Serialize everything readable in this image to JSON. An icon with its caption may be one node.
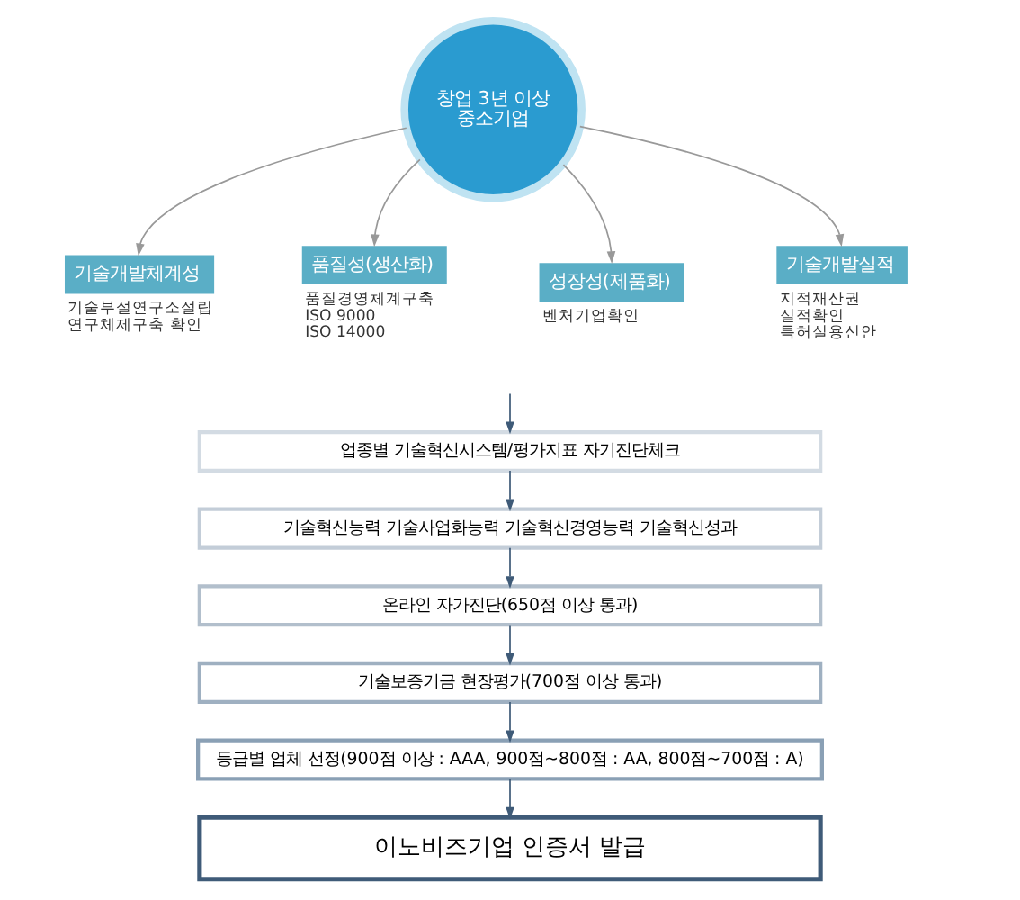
{
  "diagram": {
    "nodes": [
      {
        "text": [
          "창업 3년 이상 중소기업"
        ]
      },
      {
        "text": [
          "기술개발체계성"
        ],
        "beside": [
          "기술부설연구소설립",
          "연구체제구축 확인"
        ]
      },
      {
        "text": [
          "품질성(생산화)"
        ],
        "beside": [
          "품질경영체계구축",
          "ISO 9000",
          "ISO 14000"
        ]
      },
      {
        "text": [
          "성장성(제품화)"
        ],
        "beside": [
          "벤처기업확인"
        ]
      },
      {
        "text": [
          "기술개발실적"
        ],
        "beside": [
          "지적재산권",
          "실적확인",
          "특허실용신안"
        ]
      },
      {
        "text": [
          "업종별 기술혁신시스템/평가지표 자기진단체크"
        ]
      },
      {
        "text": [
          "기술혁신능력 기술사업화능력 기술혁신경영능력 기술혁신성과"
        ]
      },
      {
        "text": [
          "온라인 자가진단(650점 이상 통과)"
        ]
      },
      {
        "text": [
          "기술보증기금 현장평가(700점 이상 통과)"
        ]
      },
      {
        "text": [
          "등급별 업체 선정(900점 이상 : AAA, 900점~800점 : AA, 800점~700점 : A)"
        ]
      },
      {
        "text": [
          "이노비즈기업 인증서 발급"
        ]
      }
    ],
    "edges": [
      {
        "from": 0,
        "to": 1,
        "arrow": "to"
      },
      {
        "from": 0,
        "to": 2,
        "arrow": "to"
      },
      {
        "from": 0,
        "to": 3,
        "arrow": "to"
      },
      {
        "from": 0,
        "to": 4,
        "arrow": "to"
      },
      {
        "from": null,
        "to": 5,
        "arrow": "to"
      },
      {
        "from": 5,
        "to": 6,
        "arrow": "to"
      },
      {
        "from": 6,
        "to": 7,
        "arrow": "to"
      },
      {
        "from": 7,
        "to": 8,
        "arrow": "to"
      },
      {
        "from": 8,
        "to": 9,
        "arrow": "to"
      },
      {
        "from": 9,
        "to": 10,
        "arrow": "to"
      }
    ]
  }
}
